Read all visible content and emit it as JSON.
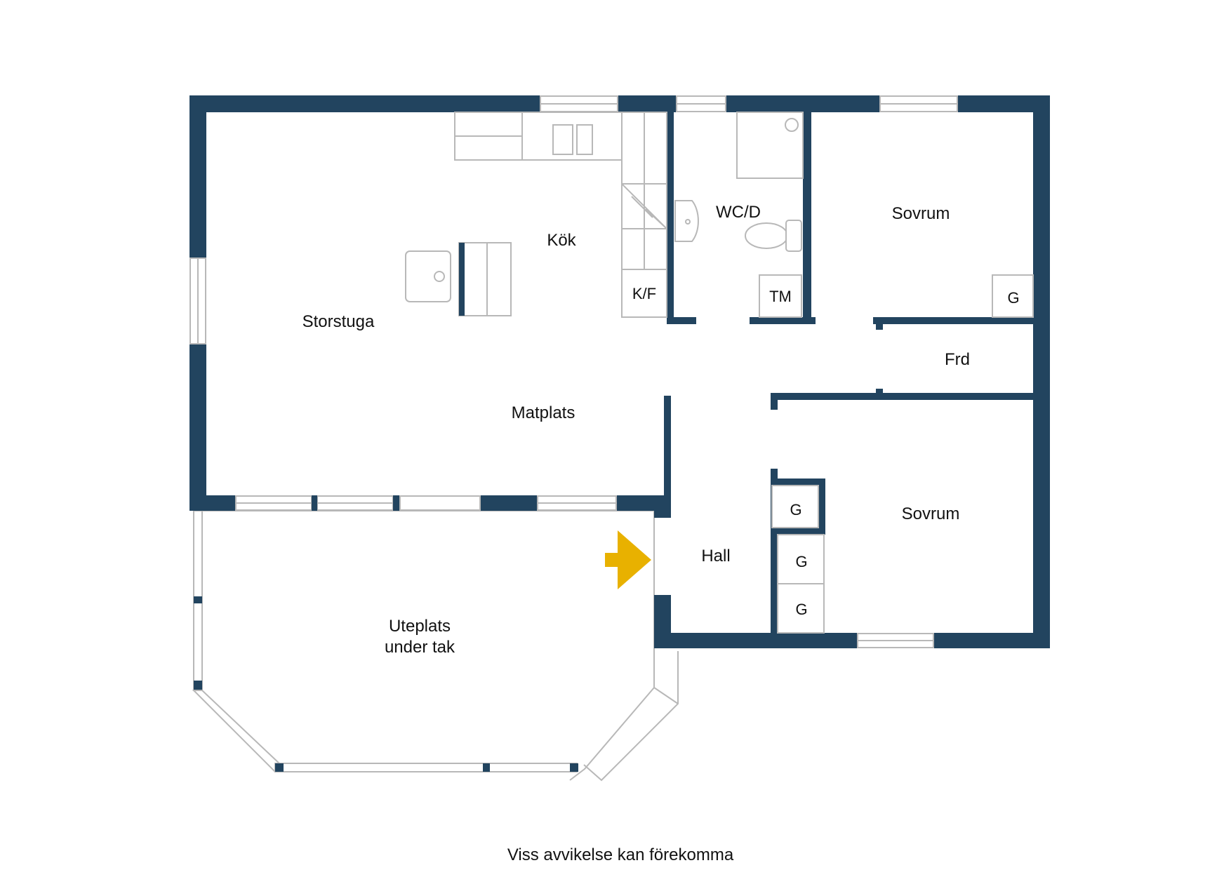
{
  "rooms": {
    "storstuga": "Storstuga",
    "kok": "Kök",
    "matplats": "Matplats",
    "wcd": "WC/D",
    "sovrum_top": "Sovrum",
    "frd": "Frd",
    "sovrum_bottom": "Sovrum",
    "hall": "Hall",
    "uteplats_line1": "Uteplats",
    "uteplats_line2": "under tak"
  },
  "fixtures": {
    "kf": "K/F",
    "tm": "TM",
    "g_bedroom_top": "G",
    "g_hall_1": "G",
    "g_hall_2": "G",
    "g_hall_3": "G"
  },
  "entrance_arrow_color": "#e8b100",
  "wall_color": "#22445f",
  "footer": "Viss avvikelse kan förekomma"
}
